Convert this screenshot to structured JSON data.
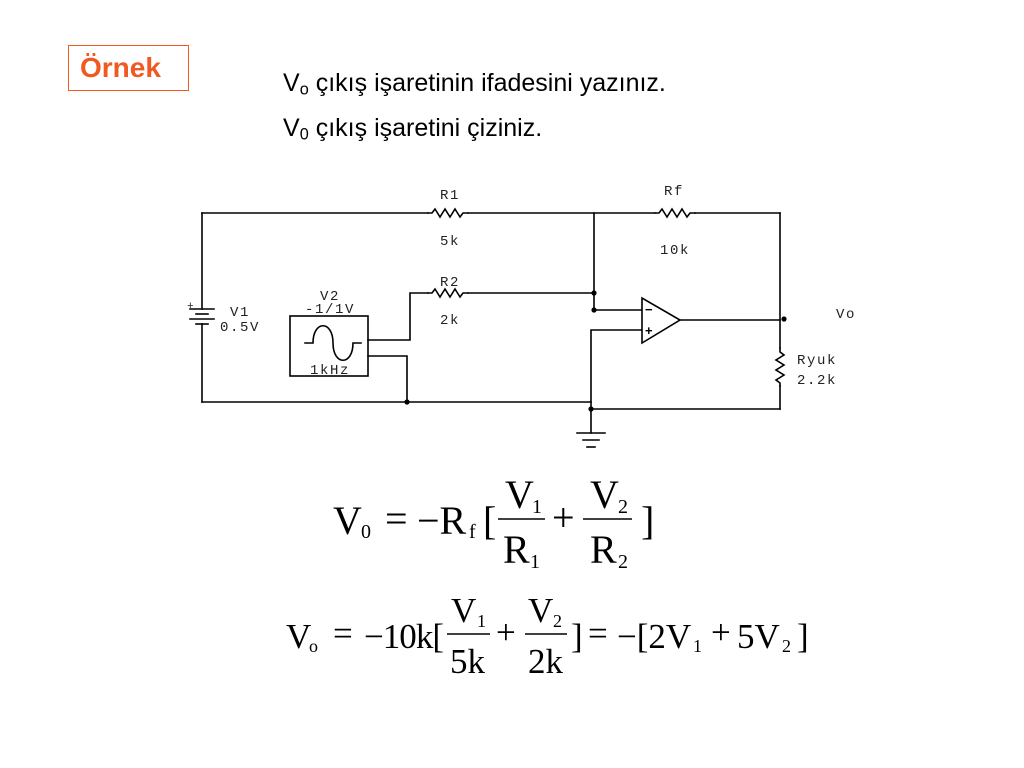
{
  "slide": {
    "accent": "#F05A22",
    "tag": "Örnek",
    "tasks": [
      {
        "symbol": "V",
        "subscript": "o",
        "text": "çıkış işaretinin ifadesini yazınız."
      },
      {
        "symbol": "V",
        "subscript": "0",
        "text": "çıkış işaretini çiziniz."
      }
    ]
  },
  "circuit": {
    "resistors": {
      "R1": {
        "name": "R1",
        "value": "5k"
      },
      "Rf": {
        "name": "Rf",
        "value": "10k"
      },
      "R2": {
        "name": "R2",
        "value": "2k"
      },
      "Ryuk": {
        "name": "Ryuk",
        "value": "2.2k"
      }
    },
    "sources": {
      "V1": {
        "name": "V1",
        "value": "0.5V",
        "polarity": "+"
      },
      "V2": {
        "name": "V2",
        "amplitude": "-1/1V",
        "frequency": "1kHz"
      }
    },
    "opamp": {
      "inverting_sign": "−",
      "noninverting_sign": "+"
    },
    "output_label": "Vo",
    "symbols": {
      "v1": "battery-icon",
      "v2": "sine-wave-icon",
      "ground": "ground-icon",
      "amplifier": "opamp-icon"
    }
  },
  "equation_1": {
    "lhs": {
      "base": "V",
      "sub": "0"
    },
    "equals": "=",
    "coefficient": {
      "base": "−R",
      "sub": "f"
    },
    "open_bracket": "[",
    "term1": {
      "num": "V",
      "num_sub": "1",
      "den": "R",
      "den_sub": "1"
    },
    "plus": "+",
    "term2": {
      "num": "V",
      "num_sub": "2",
      "den": "R",
      "den_sub": "2"
    },
    "close_bracket": "]"
  },
  "equation_2": {
    "lhs": {
      "base": "V",
      "sub": "o"
    },
    "equals": "=",
    "coefficient": "−10k[",
    "term1": {
      "num": "V",
      "num_sub": "1",
      "den": "5k"
    },
    "plus": "+",
    "term2": {
      "num": "V",
      "num_sub": "2",
      "den": "2k"
    },
    "close_bracket": "]",
    "equals_2": "=",
    "result": {
      "open": "−[2V",
      "sub1": "1",
      "plus": "+",
      "term2": "5V",
      "sub2": "2",
      "close": "]"
    }
  }
}
